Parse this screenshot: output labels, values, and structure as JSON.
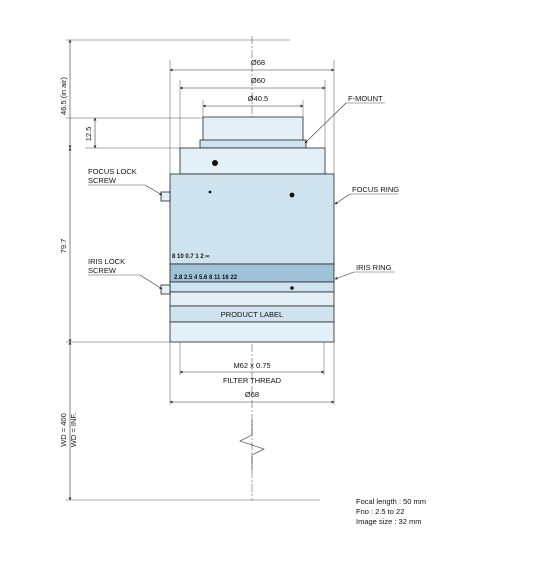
{
  "dimensions": {
    "dia_68_top": "Ø68",
    "dia_60": "Ø60",
    "dia_40_5": "Ø40.5",
    "dia_68_bottom": "Ø68",
    "filter_size": "M62 x 0.75",
    "filter_thread": "FILTER THREAD",
    "flange_in_air": "46.5 (in air)",
    "mount_height": "12.5",
    "body_length": "79.7",
    "wd_400": "WD = 400",
    "wd_inf": "WD = INF."
  },
  "callouts": {
    "f_mount": "F-MOUNT",
    "focus_lock_1": "FOCUS LOCK",
    "focus_lock_2": "SCREW",
    "focus_ring": "FOCUS RING",
    "iris_lock_1": "IRIS LOCK",
    "iris_lock_2": "SCREW",
    "iris_ring": "IRIS RING",
    "product_label": "PRODUCT LABEL"
  },
  "scales": {
    "focus": "8 10 0.7 1 2 ∞",
    "iris": "2.8 2.5 4 5.6 8 11 16 22"
  },
  "specs": {
    "focal_length": "Focal length : 50 mm",
    "fno": "Fno : 2.5 to 22",
    "image_size": "Image size : 32 mm"
  },
  "colors": {
    "body": "#cfe3ef",
    "body_dark": "#9fc2d6",
    "line": "#222222"
  }
}
